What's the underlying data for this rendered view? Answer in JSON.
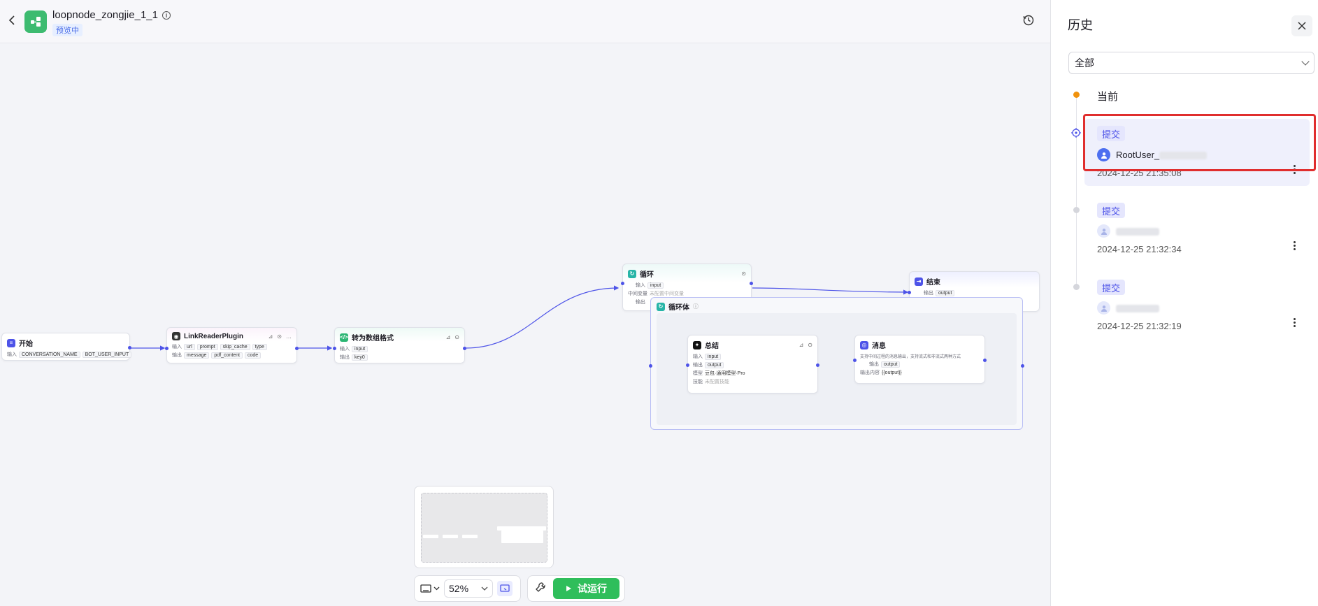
{
  "header": {
    "app_title": "loopnode_zongjie_1_1",
    "status_badge": "预览中"
  },
  "nodes": {
    "start": {
      "title": "开始",
      "label_input": "输入",
      "tags": [
        "CONVERSATION_NAME",
        "BOT_USER_INPUT"
      ]
    },
    "link_reader": {
      "title": "LinkReaderPlugin",
      "label_input": "输入",
      "label_output": "输出",
      "inputs": [
        "url",
        "prompt",
        "skip_cache",
        "type"
      ],
      "outputs": [
        "message",
        "pdf_content",
        "code"
      ]
    },
    "convert": {
      "title": "转为数组格式",
      "label_input": "输入",
      "label_output": "输出",
      "input": "input",
      "output": "key0"
    },
    "loop": {
      "title": "循环",
      "label_input": "输入",
      "label_var": "中间变量",
      "label_output": "输出",
      "input": "input",
      "var_value": "未配置中间变量"
    },
    "end": {
      "title": "结束",
      "label_output": "输出",
      "output": "output"
    },
    "loop_body": {
      "title": "循环体"
    },
    "summary": {
      "title": "总结",
      "label_input": "输入",
      "label_output": "输出",
      "label_model": "模型",
      "label_skill": "技能",
      "input": "input",
      "output": "output",
      "model": "豆包·通用模型·Pro",
      "skill": "未配置技能"
    },
    "message": {
      "title": "消息",
      "desc": "支持中间过程的消息输出，支持流式和非流式两种方式",
      "label_output": "输出",
      "label_content": "输出内容",
      "output": "output",
      "content": "{{output}}"
    }
  },
  "toolbar": {
    "zoom": "52%",
    "run_label": "试运行"
  },
  "history_panel": {
    "title": "历史",
    "filter_value": "全部",
    "current_label": "当前",
    "entries": [
      {
        "tag": "提交",
        "user": "RootUser_",
        "time": "2024-12-25 21:35:08"
      },
      {
        "tag": "提交",
        "user": "",
        "time": "2024-12-25 21:32:34"
      },
      {
        "tag": "提交",
        "user": "",
        "time": "2024-12-25 21:32:19"
      }
    ]
  },
  "colors": {
    "accent": "#4d53e8",
    "run_green": "#2fbe5b",
    "current_dot": "#f0920e",
    "highlight_red": "#e02e2e"
  }
}
